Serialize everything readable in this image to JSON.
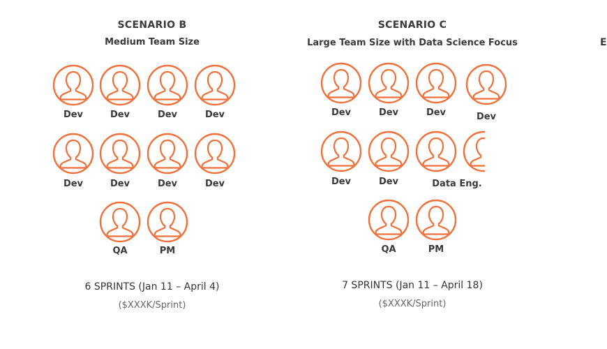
{
  "scenarios": [
    {
      "title": "SCENARIO B",
      "subtitle": "Medium Team Size",
      "roles": [
        "Dev",
        "Dev",
        "Dev",
        "Dev",
        "Dev",
        "Dev",
        "Dev",
        "Dev",
        "QA",
        "PM"
      ],
      "sprints": "6 SPRINTS (Jan 11 – April 4)",
      "cost": "($XXXK/Sprint)"
    },
    {
      "title": "SCENARIO C",
      "subtitle": "Large Team Size with Data Science Focus",
      "roles": [
        "Dev",
        "Dev",
        "Dev",
        "Dev",
        "Dev",
        "Dev",
        "Data Eng.",
        "QA",
        "PM"
      ],
      "sprints": "7 SPRINTS (Jan 11 – April 18)",
      "cost": "($XXXK/Sprint)"
    }
  ],
  "edge_fragment": "E",
  "colors": {
    "icon_stroke": "#f06f3a",
    "text": "#3a3a3a"
  },
  "icon": "person-outline-icon"
}
